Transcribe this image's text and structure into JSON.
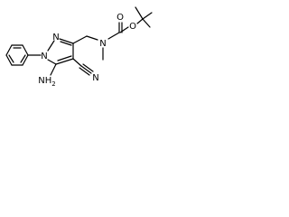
{
  "molecule": {
    "atoms": {
      "nitrogen_n1": "N",
      "nitrogen_n2": "N",
      "nitrogen_carbamate": "N",
      "oxygen_carbonyl": "O",
      "oxygen_ester": "O",
      "amino": "NH",
      "amino_subscript": "2",
      "cyano_nitrogen": "N"
    }
  }
}
